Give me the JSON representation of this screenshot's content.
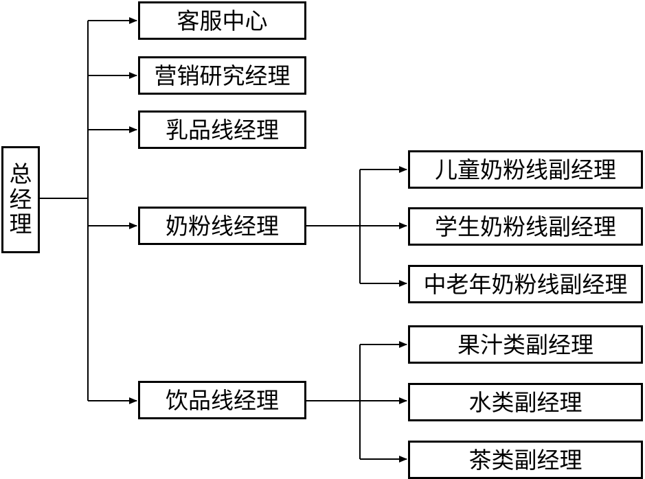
{
  "root": {
    "chars": [
      "总",
      "经",
      "理"
    ]
  },
  "level1": [
    {
      "id": "cs",
      "label": "客服中心"
    },
    {
      "id": "mr",
      "label": "营销研究经理"
    },
    {
      "id": "dairy",
      "label": "乳品线经理"
    },
    {
      "id": "milkp",
      "label": "奶粉线经理"
    },
    {
      "id": "bev",
      "label": "饮品线经理"
    }
  ],
  "milk_powder_children": [
    {
      "id": "child",
      "label": "儿童奶粉线副经理"
    },
    {
      "id": "stud",
      "label": "学生奶粉线副经理"
    },
    {
      "id": "elder",
      "label": "中老年奶粉线副经理"
    }
  ],
  "beverage_children": [
    {
      "id": "juice",
      "label": "果汁类副经理"
    },
    {
      "id": "water",
      "label": "水类副经理"
    },
    {
      "id": "tea",
      "label": "茶类副经理"
    }
  ],
  "colors": {
    "line": "#000000",
    "box_border": "#000000",
    "background": "#ffffff",
    "text": "#000000"
  }
}
